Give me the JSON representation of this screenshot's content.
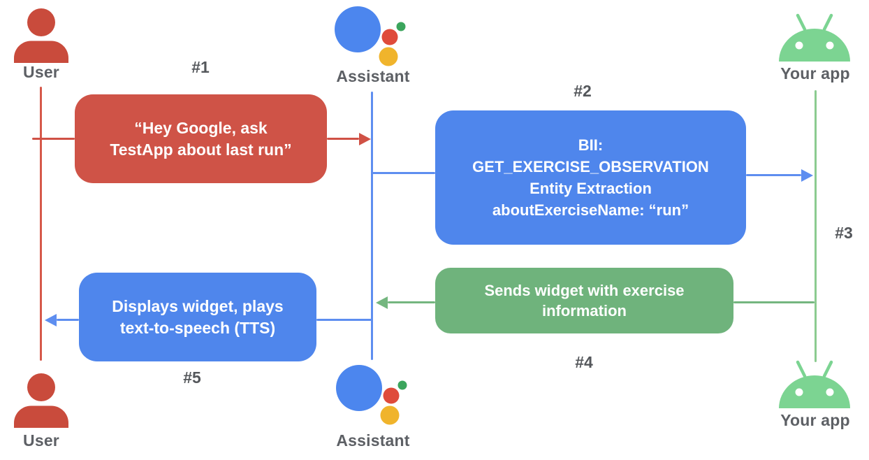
{
  "actors": {
    "user_top": {
      "label": "User",
      "icon": "person-icon"
    },
    "assistant_top": {
      "label": "Assistant",
      "icon": "google-assistant-icon"
    },
    "app_top": {
      "label": "Your app",
      "icon": "android-icon"
    },
    "user_bottom": {
      "label": "User",
      "icon": "person-icon"
    },
    "assistant_bottom": {
      "label": "Assistant",
      "icon": "google-assistant-icon"
    },
    "app_bottom": {
      "label": "Your app",
      "icon": "android-icon"
    }
  },
  "steps": {
    "s1": {
      "label": "#1"
    },
    "s2": {
      "label": "#2"
    },
    "s3": {
      "label": "#3"
    },
    "s4": {
      "label": "#4"
    },
    "s5": {
      "label": "#5"
    }
  },
  "messages": {
    "m1": {
      "step": "#1",
      "from": "User",
      "to": "Assistant",
      "text": "“Hey Google, ask\nTestApp about last run”",
      "color": "#cf5347"
    },
    "m2": {
      "step": "#2",
      "from": "Assistant",
      "to": "Your app",
      "text": "BII:\nGET_EXERCISE_OBSERVATION\nEntity Extraction\naboutExerciseName: “run”",
      "color": "#4f86ec"
    },
    "m4": {
      "step": "#4",
      "from": "Your app",
      "to": "Assistant",
      "text": "Sends widget with exercise\ninformation",
      "color": "#6fb37c"
    },
    "m5": {
      "step": "#5",
      "from": "Assistant",
      "to": "User",
      "text": "Displays widget, plays\ntext-to-speech (TTS)",
      "color": "#4f86ec"
    }
  },
  "colors": {
    "message_red": "#cf5347",
    "message_blue": "#4f86ec",
    "message_green": "#6fb37c",
    "person_red": "#c94b3c",
    "android_green": "#7cd492",
    "lifeline_red": "#d6584a",
    "lifeline_blue": "#5e8ef0",
    "lifeline_green": "#8bcb90",
    "assistant_blue": "#4c86ee",
    "assistant_red": "#df4b3b",
    "assistant_green": "#3ba55c",
    "assistant_yellow": "#f0b42c",
    "label_gray": "#5d6065",
    "step_gray": "#54575b",
    "message_text": "#ffffff"
  }
}
